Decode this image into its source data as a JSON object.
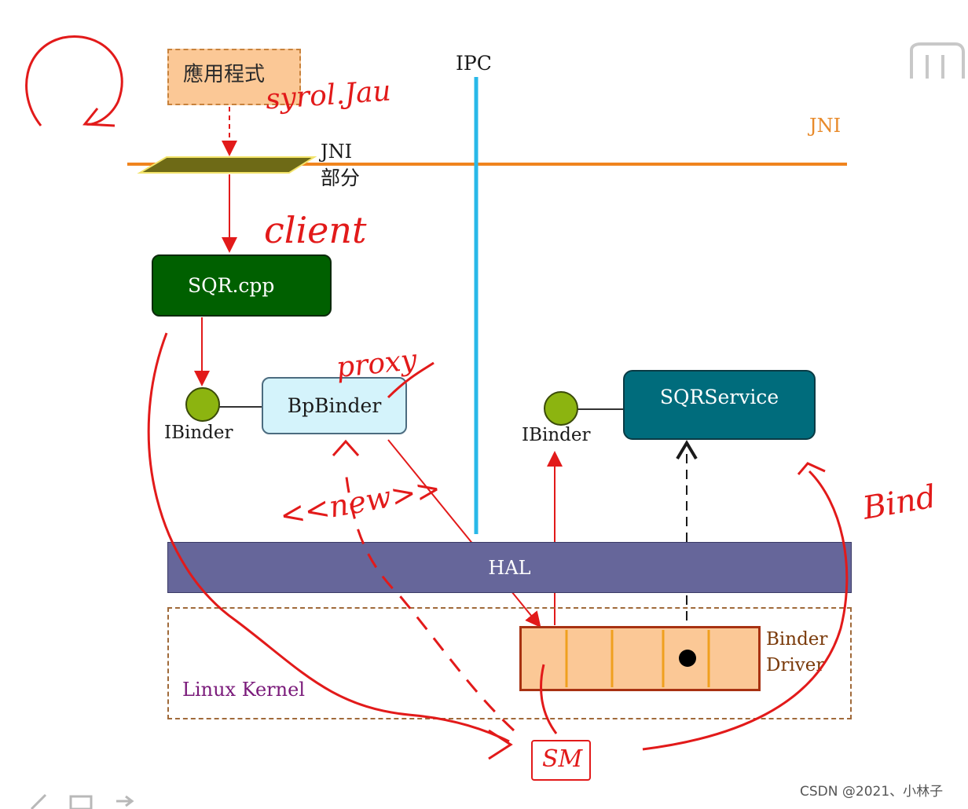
{
  "diagram": {
    "app_box": "應用程式",
    "ipc": "IPC",
    "jni_right": "JNI",
    "jni_left": "JNI",
    "jni_part": "部分",
    "sqr_cpp": "SQR.cpp",
    "bpbinder": "BpBinder",
    "ibinder_left": "IBinder",
    "ibinder_right": "IBinder",
    "sqrservice": "SQRService",
    "hal": "HAL",
    "linux_kernel": "Linux Kernel",
    "binder": "Binder",
    "driver": "Driver"
  },
  "handwriting": {
    "syrol": "syrol.Jau",
    "client": "client",
    "proxy": "proxy",
    "new": "<<new>>",
    "bind": "Bind",
    "sm": "SM"
  },
  "credit": "CSDN @2021、小林子",
  "colors": {
    "ipc_line": "#29b8e8",
    "jni_line": "#f0841e",
    "annotation_red": "#e21a1a"
  }
}
